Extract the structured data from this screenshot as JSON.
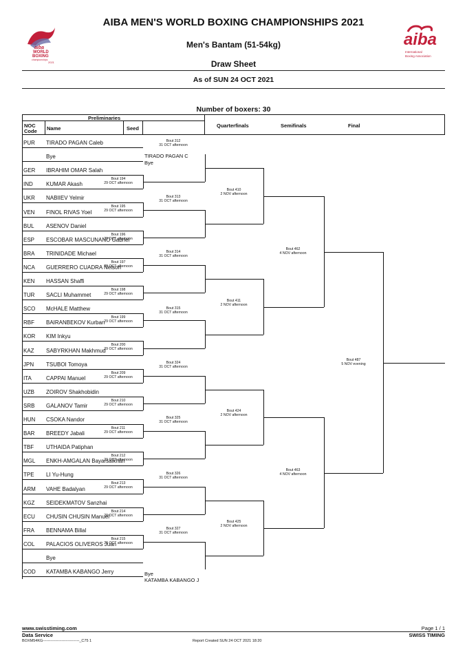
{
  "header": {
    "title": "AIBA MEN'S WORLD BOXING CHAMPIONSHIPS 2021",
    "subtitle": "Men's Bantam (51-54kg)",
    "sheet": "Draw Sheet",
    "as_of": "As of SUN 24 OCT 2021",
    "left_logo_text": [
      "aiba",
      "WORLD",
      "BOXING",
      "championships",
      "2021"
    ],
    "right_logo_text": [
      "aiba",
      "International",
      "Boxing Association"
    ]
  },
  "number_of_boxers": "Number of boxers: 30",
  "columns": {
    "preliminaries": "Preliminaries",
    "noc": "NOC",
    "code": "Code",
    "name": "Name",
    "seed": "Seed",
    "quarterfinals": "Quarterfinals",
    "semifinals": "Semifinals",
    "final": "Final"
  },
  "boxers": [
    {
      "noc": "PUR",
      "name": "TIRADO PAGAN Caleb"
    },
    {
      "noc": "",
      "name": "Bye"
    },
    {
      "noc": "GER",
      "name": "IBRAHIM OMAR Salah"
    },
    {
      "noc": "IND",
      "name": "KUMAR Akash"
    },
    {
      "noc": "UKR",
      "name": "NABIIEV Yelmir"
    },
    {
      "noc": "VEN",
      "name": "FINOL RIVAS Yoel"
    },
    {
      "noc": "BUL",
      "name": "ASENOV Daniel"
    },
    {
      "noc": "ESP",
      "name": "ESCOBAR MASCUNANO Gabriel"
    },
    {
      "noc": "BRA",
      "name": "TRINIDADE Michael"
    },
    {
      "noc": "NCA",
      "name": "GUERRERO CUADRA Nelson"
    },
    {
      "noc": "KEN",
      "name": "HASSAN Shaffi"
    },
    {
      "noc": "TUR",
      "name": "SACLI Muhammet"
    },
    {
      "noc": "SCO",
      "name": "McHALE Matthew"
    },
    {
      "noc": "RBF",
      "name": "BAIRANBEKOV Kurban"
    },
    {
      "noc": "KOR",
      "name": "KIM Inkyu"
    },
    {
      "noc": "KAZ",
      "name": "SABYRKHAN Makhmud"
    },
    {
      "noc": "JPN",
      "name": "TSUBOI Tomoya"
    },
    {
      "noc": "ITA",
      "name": "CAPPAI Manuel"
    },
    {
      "noc": "UZB",
      "name": "ZOIROV Shakhobidin"
    },
    {
      "noc": "SRB",
      "name": "GALANOV Tamir"
    },
    {
      "noc": "HUN",
      "name": "CSOKA Nandor"
    },
    {
      "noc": "BAR",
      "name": "BREEDY Jabali"
    },
    {
      "noc": "TBF",
      "name": "UTHAIDA Patiphan"
    },
    {
      "noc": "MGL",
      "name": "ENKH-AMGALAN Bayarsaikhan"
    },
    {
      "noc": "TPE",
      "name": "LI Yu-Hung"
    },
    {
      "noc": "ARM",
      "name": "VAHE Badalyan"
    },
    {
      "noc": "KGZ",
      "name": "SEIDEKMATOV Sanzhai"
    },
    {
      "noc": "ECU",
      "name": "CHUSIN CHUSIN Manuel"
    },
    {
      "noc": "FRA",
      "name": "BENNAMA Billal"
    },
    {
      "noc": "COL",
      "name": "PALACIOS OLIVEROS Juan"
    },
    {
      "noc": "",
      "name": "Bye"
    },
    {
      "noc": "COD",
      "name": "KATAMBA KABANGO Jerry"
    }
  ],
  "prelim_bouts": [
    {
      "label": "Bout 194",
      "when": "29 OCT afternoon"
    },
    {
      "label": "Bout 195",
      "when": "29 OCT afternoon"
    },
    {
      "label": "Bout 196",
      "when": "29 OCT afternoon"
    },
    {
      "label": "Bout 197",
      "when": "29 OCT afternoon"
    },
    {
      "label": "Bout 198",
      "when": "29 OCT afternoon"
    },
    {
      "label": "Bout 199",
      "when": "29 OCT afternoon"
    },
    {
      "label": "Bout 200",
      "when": "29 OCT afternoon"
    },
    {
      "label": "Bout 209",
      "when": "29 OCT afternoon"
    },
    {
      "label": "Bout 210",
      "when": "29 OCT afternoon"
    },
    {
      "label": "Bout 211",
      "when": "29 OCT afternoon"
    },
    {
      "label": "Bout 212",
      "when": "29 OCT afternoon"
    },
    {
      "label": "Bout 213",
      "when": "29 OCT afternoon"
    },
    {
      "label": "Bout 214",
      "when": "29 OCT afternoon"
    },
    {
      "label": "Bout 215",
      "when": "29 OCT afternoon"
    }
  ],
  "r16_bouts": [
    {
      "label": "Bout 312",
      "when": "31 OCT afternoon"
    },
    {
      "label": "Bout 313",
      "when": "31 OCT afternoon"
    },
    {
      "label": "Bout 314",
      "when": "31 OCT afternoon"
    },
    {
      "label": "Bout 315",
      "when": "31 OCT afternoon"
    },
    {
      "label": "Bout 324",
      "when": "31 OCT afternoon"
    },
    {
      "label": "Bout 325",
      "when": "31 OCT afternoon"
    },
    {
      "label": "Bout 326",
      "when": "31 OCT afternoon"
    },
    {
      "label": "Bout 327",
      "when": "31 OCT afternoon"
    }
  ],
  "qf_bouts": [
    {
      "label": "Bout 410",
      "when": "2 NOV afternoon"
    },
    {
      "label": "Bout 411",
      "when": "2 NOV afternoon"
    },
    {
      "label": "Bout 424",
      "when": "2 NOV afternoon"
    },
    {
      "label": "Bout 425",
      "when": "2 NOV afternoon"
    }
  ],
  "sf_bouts": [
    {
      "label": "Bout 462",
      "when": "4 NOV afternoon"
    },
    {
      "label": "Bout 463",
      "when": "4 NOV afternoon"
    }
  ],
  "final_bout": {
    "label": "Bout 487",
    "when": "5 NOV evening"
  },
  "advanced": {
    "top_name": "TIRADO PAGAN C",
    "top_bye": "Bye",
    "bottom_bye": "Bye",
    "bottom_name": "KATAMBA KABANGO J"
  },
  "footer": {
    "website": "www.swisstiming.com",
    "data_service": "Data Service",
    "code": "BOXM54KG-----------------------------_C75 1",
    "report": "Report Created  SUN 24 OCT 2021 18:20",
    "page": "Page 1 / 1",
    "brand": "SWISS TIMING"
  }
}
